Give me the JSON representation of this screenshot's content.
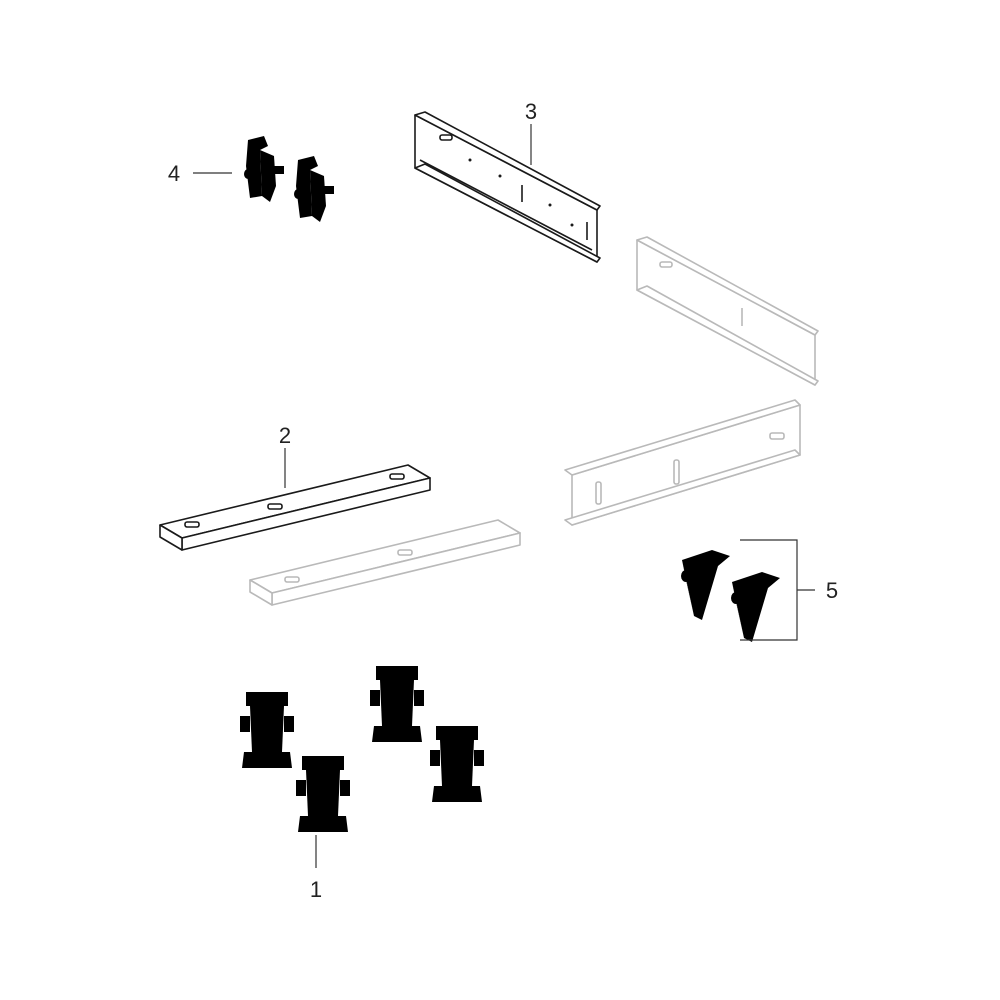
{
  "diagram": {
    "callouts": [
      {
        "number": "1",
        "part": "foot"
      },
      {
        "number": "2",
        "part": "floor-rail"
      },
      {
        "number": "3",
        "part": "wall-rail"
      },
      {
        "number": "4",
        "part": "clip"
      },
      {
        "number": "5",
        "part": "wall-bracket"
      }
    ]
  }
}
